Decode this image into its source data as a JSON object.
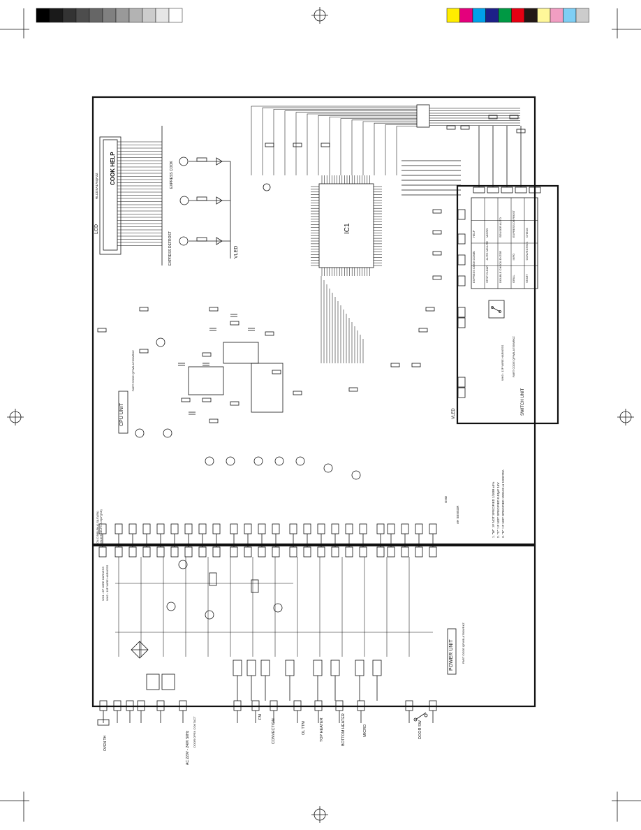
{
  "print_marks": {
    "gray_bar": [
      "#000000",
      "#1a1a1a",
      "#333333",
      "#4d4d4d",
      "#666666",
      "#808080",
      "#999999",
      "#b3b3b3",
      "#cccccc",
      "#e6e6e6",
      "#ffffff"
    ],
    "color_bar": [
      "#ffed00",
      "#e4007c",
      "#00a0e9",
      "#1d2088",
      "#009944",
      "#e60012",
      "#231815",
      "#fff799",
      "#f19ec2",
      "#7ecef4",
      "#cccccc"
    ]
  },
  "schematic": {
    "units": {
      "cpu_unit": "CPU UNIT",
      "power_unit": "POWER UNIT",
      "switch_unit": "SWITCH UNIT",
      "ic1": "IC1",
      "lcd": "LCD",
      "lcd_part": "RLCDSA176QFZZ",
      "lcd_logo": "COOK HELP",
      "vled": "VLED",
      "express_defrost": "EXPRESS DEFROST",
      "express_cook": "EXPRESS COOK",
      "part_code_cpu": "PART CODE QPWB-A760WRKZ",
      "part_code_power": "PART CODE QPWB-A760WRKZ",
      "part_code_switch": "PART CODE QPWB-A759WRKZ",
      "wh1_harness": "WH1 : 8P WIRE HARNESS",
      "wh2_harness": "WH2 : 10P WIRE HARNESS",
      "wh3_harness": "WH3 : 12P WIRE HARNESS",
      "cn_c": "CN-C B8B-PH-K-S(LF)(SN)",
      "cn_d": "CN-D B10B-PH-K-S(LF)(SN)",
      "cn_e": "CN-E B12B-PH-K-S(LF)(SN)",
      "cn_f": "CN-F",
      "ah_sensor": "AH SENSOR",
      "gnd": "GND"
    },
    "notes": [
      "1. \"W\" : IF NOT SPECIFIED 1/10W ±5%",
      "2. \"C\" : IF NOT SPECIFIED 0.01µF 16V",
      "3. \"D\" : IF NOT SPECIFIED 1SS133 or 1SS270A"
    ],
    "loads": {
      "oven_th": "OVEN TH",
      "ac_supply": "AC 220V - 240V 50Hz",
      "door_open_contact": "DOOR OPEN CONTACT",
      "fm": "FM",
      "convection": "CONVECTION",
      "oven_lamp": "OL TTM",
      "top_heater": "TOP HEATER",
      "bottom_heater": "BOTTOM HEATER",
      "micro": "MICRO",
      "door_sw": "DOOR SW"
    },
    "keys": [
      "EXPRESS COOK",
      "STOP CLEAR",
      "DOUBLE CHECK",
      "GRILL",
      "START",
      "COMBI",
      "AUTO MINUTE",
      "ENTER",
      "INFO",
      "CONVECTION",
      "HELP",
      "MICRO",
      "SENSOR AUTO",
      "EXPRESS DEFROST",
      "CHECK"
    ]
  }
}
